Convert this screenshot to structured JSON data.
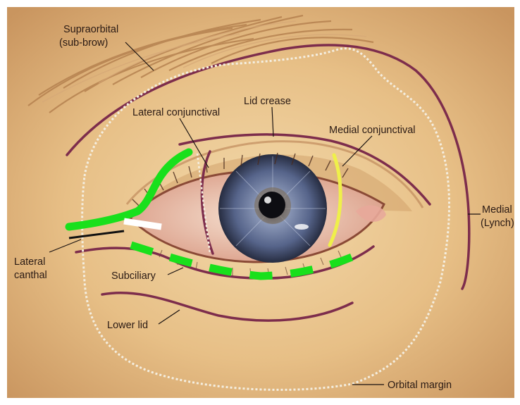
{
  "labels": {
    "supraorbital": [
      "Supraorbital",
      "(sub-brow)"
    ],
    "lid_crease": "Lid crease",
    "lateral_conjunctival": "Lateral conjunctival",
    "medial_conjunctival": "Medial conjunctival",
    "medial_lynch": [
      "Medial",
      "(Lynch)"
    ],
    "lateral_canthal": [
      "Lateral",
      "canthal"
    ],
    "subciliary": "Subciliary",
    "lower_lid": "Lower lid",
    "orbital_margin": "Orbital margin"
  },
  "colors": {
    "incision_line": "#7d2d4c",
    "orbital_margin_dash": "#f4eee0",
    "highlight_green": "#19e01c",
    "highlight_yellow": "#eff04a",
    "highlight_white": "#ffffff",
    "label_text": "#2a1a14",
    "leader_line": "#1a1210",
    "iris": "#4f5d82",
    "skin_light": "#f2d6a6",
    "skin_dark": "#c9955f"
  }
}
